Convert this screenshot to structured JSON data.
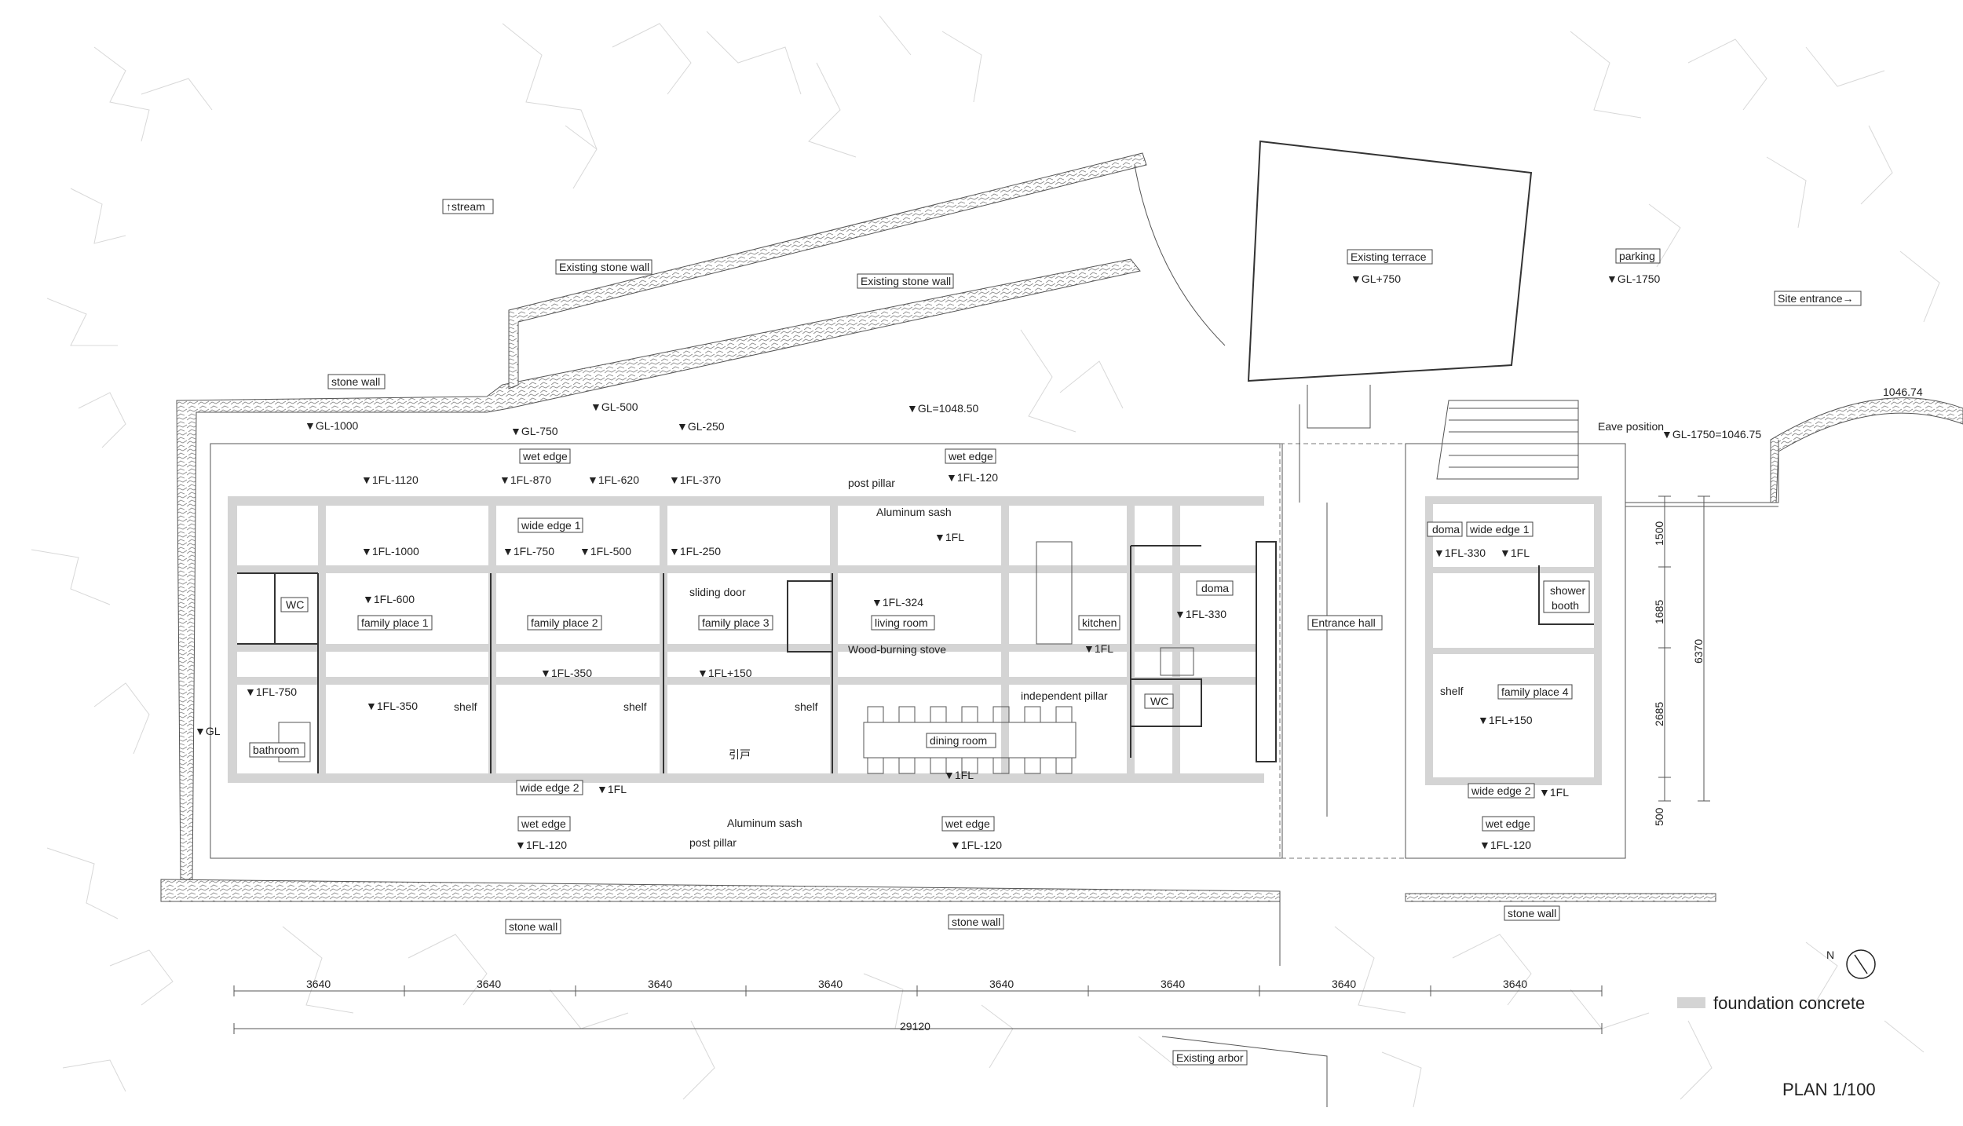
{
  "title": "PLAN 1/100",
  "legend": {
    "label": "foundation concrete",
    "swatch_color": "#d4d4d4"
  },
  "north_label": "N",
  "labels": {
    "stream": "↑stream",
    "existing_stone_wall_1": "Existing stone wall",
    "existing_stone_wall_2": "Existing stone wall",
    "existing_terrace": "Existing terrace",
    "terrace_level": "▼GL+750",
    "parking": "parking",
    "parking_level": "▼GL-1750",
    "site_entrance": "Site entrance→",
    "stone_wall_top": "stone wall",
    "gl_1000": "▼GL-1000",
    "gl_750": "▼GL-750",
    "gl_500": "▼GL-500",
    "gl_250": "▼GL-250",
    "gl_1048": "▼GL=1048.50",
    "eave_position": "Eave position",
    "gl_1750_1046": "▼GL-1750=1046.75",
    "elev_1046": "1046.74",
    "wet_edge_n1": "wet edge",
    "wet_edge_n2": "wet edge",
    "fl_1120": "▼1FL-1120",
    "fl_870": "▼1FL-870",
    "fl_620": "▼1FL-620",
    "fl_370": "▼1FL-370",
    "fl_120_n": "▼1FL-120",
    "post_pillar_n": "post pillar",
    "aluminum_sash_n": "Aluminum sash",
    "wide_edge_1": "wide edge 1",
    "fl_1000": "▼1FL-1000",
    "fl_750": "▼1FL-750",
    "fl_500": "▼1FL-500",
    "fl_250": "▼1FL-250",
    "fl_kitchen_zone": "▼1FL",
    "sliding_door": "sliding door",
    "wc_1": "WC",
    "fl_600": "▼1FL-600",
    "family_place_1": "family place 1",
    "family_place_2": "family place 2",
    "family_place_3": "family place 3",
    "fl_324": "▼1FL-324",
    "living_room": "living room",
    "wood_stove": "Wood-burning stove",
    "kitchen": "kitchen",
    "fl_kitchen": "▼1FL",
    "doma": "doma",
    "fl_330": "▼1FL-330",
    "entrance_hall": "Entrance hall",
    "fl_750_b": "▼1FL-750",
    "fl_350_1": "▼1FL-350",
    "fl_350_2": "▼1FL-350",
    "fl_150": "▼1FL+150",
    "shelf_1": "shelf",
    "shelf_2": "shelf",
    "shelf_3": "shelf",
    "independent_pillar": "independent pillar",
    "wc_2": "WC",
    "gl": "▼GL",
    "bathroom": "bathroom",
    "inji": "引戸",
    "dining_room": "dining room",
    "fl_dining": "▼1FL",
    "wide_edge_2": "wide edge 2",
    "fl_we2": "▼1FL",
    "aluminum_sash_s": "Aluminum sash",
    "post_pillar_s": "post pillar",
    "wet_edge_s1": "wet edge",
    "wet_edge_s2": "wet edge",
    "fl_120_s1": "▼1FL-120",
    "fl_120_s2": "▼1FL-120",
    "stone_wall_s1": "stone wall",
    "stone_wall_s2": "stone wall",
    "stone_wall_s3": "stone wall",
    "existing_arbor": "Existing arbor",
    "annex_doma": "doma",
    "annex_wide_edge_1": "wide edge 1",
    "annex_fl_330": "▼1FL-330",
    "annex_fl": "▼1FL",
    "shower_booth_1": "shower",
    "shower_booth_2": "booth",
    "annex_shelf": "shelf",
    "family_place_4": "family place 4",
    "annex_fl_150": "▼1FL+150",
    "annex_wide_edge_2": "wide edge 2",
    "annex_fl_we2": "▼1FL",
    "annex_wet_edge": "wet edge",
    "annex_fl_120": "▼1FL-120",
    "annex_stone_wall": "stone wall"
  },
  "dimensions": {
    "bays": [
      "3640",
      "3640",
      "3640",
      "3640",
      "3640",
      "3640",
      "3640",
      "3640"
    ],
    "total": "29120",
    "vertical": [
      "1500",
      "1685",
      "2685",
      "500"
    ],
    "vertical_total": "6370"
  }
}
